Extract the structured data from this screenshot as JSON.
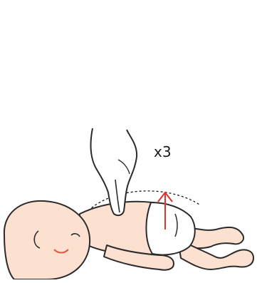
{
  "illustration": {
    "repeat_label": "x3",
    "colors": {
      "skin": "#fce0d0",
      "outline": "#2b2b2b",
      "arrow": "#e0332f",
      "diaper": "#ffffff",
      "dashed_arc": "#1a1a1a",
      "mouth": "#e4563a"
    },
    "icons": [
      "infant",
      "two-finger-hand",
      "up-arrow",
      "dashed-arc"
    ]
  }
}
